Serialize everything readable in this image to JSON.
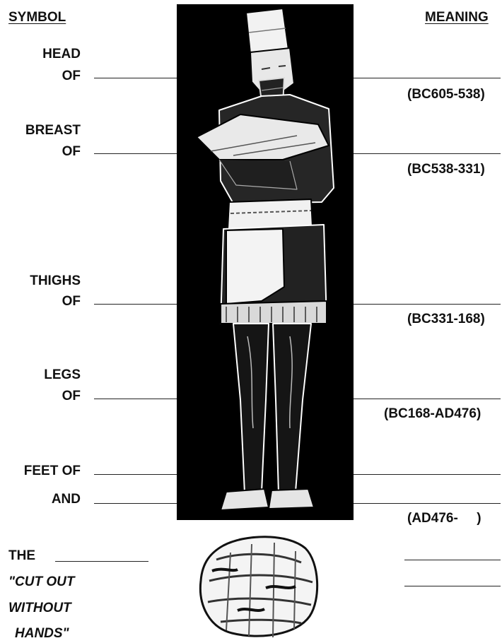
{
  "headers": {
    "symbol": "SYMBOL",
    "meaning": "MEANING"
  },
  "labels": {
    "head": [
      "HEAD",
      "OF"
    ],
    "breast": [
      "BREAST",
      "OF"
    ],
    "thighs": [
      "THIGHS",
      "OF"
    ],
    "legs": [
      "LEGS",
      "OF"
    ],
    "feet": [
      "FEET OF",
      "AND"
    ],
    "stone": [
      "THE",
      "\"CUT OUT",
      "WITHOUT",
      "HANDS\""
    ]
  },
  "dates": {
    "head": "(BC605-538)",
    "breast": "(BC538-331)",
    "thighs": "(BC331-168)",
    "legs": "(BC168-AD476)",
    "feet": "(AD476-     )"
  },
  "images": {
    "statue": "statue-illustration",
    "stone": "stone-illustration"
  }
}
